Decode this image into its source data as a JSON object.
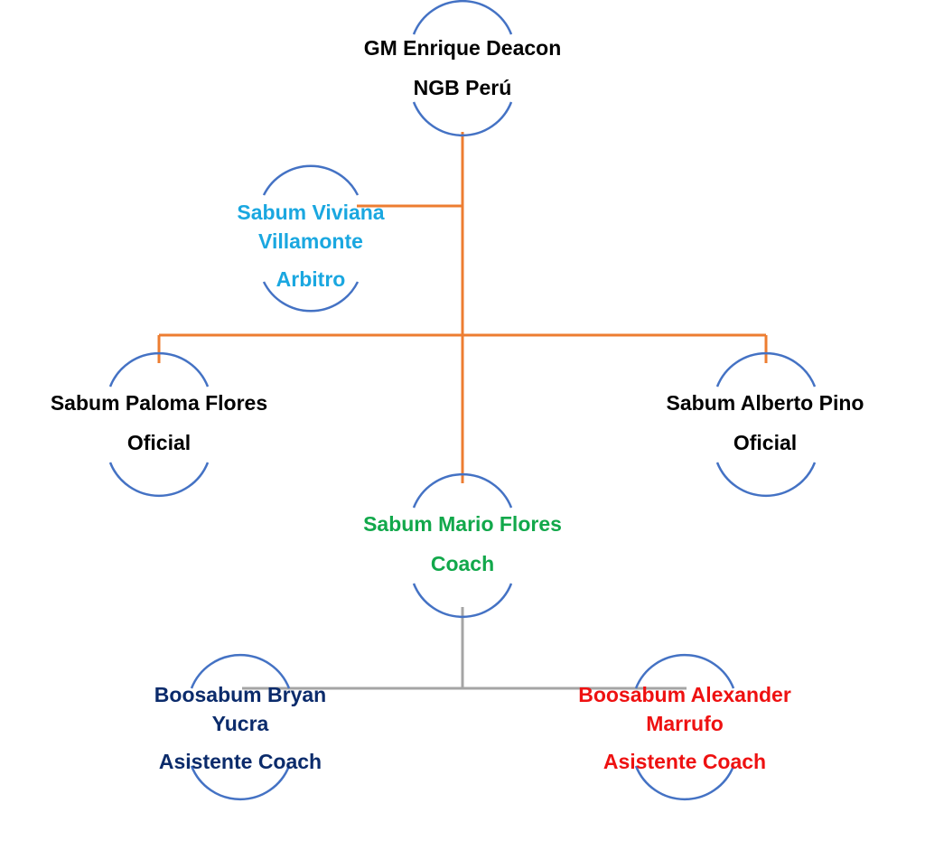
{
  "colors": {
    "arc": "#4472C4",
    "connector_top": "#ED7D31",
    "connector_bottom": "#A5A5A5",
    "black": "#000000",
    "light_blue": "#1AA7E0",
    "green": "#12A84B",
    "navy": "#0B2B6B",
    "red": "#EE1111"
  },
  "nodes": {
    "root": {
      "name": "GM Enrique Deacon",
      "role": "NGB Perú"
    },
    "arbitro": {
      "name_line1": "Sabum Viviana",
      "name_line2": "Villamonte",
      "role": "Arbitro"
    },
    "oficial_left": {
      "name": "Sabum Paloma Flores",
      "role": "Oficial"
    },
    "oficial_right": {
      "name": "Sabum Alberto Pino",
      "role": "Oficial"
    },
    "coach": {
      "name": "Sabum Mario Flores",
      "role": "Coach"
    },
    "assistant_left": {
      "name_line1": "Boosabum Bryan",
      "name_line2": "Yucra",
      "role": "Asistente Coach"
    },
    "assistant_right": {
      "name_line1": "Boosabum Alexander",
      "name_line2": "Marrufo",
      "role": "Asistente Coach"
    }
  }
}
